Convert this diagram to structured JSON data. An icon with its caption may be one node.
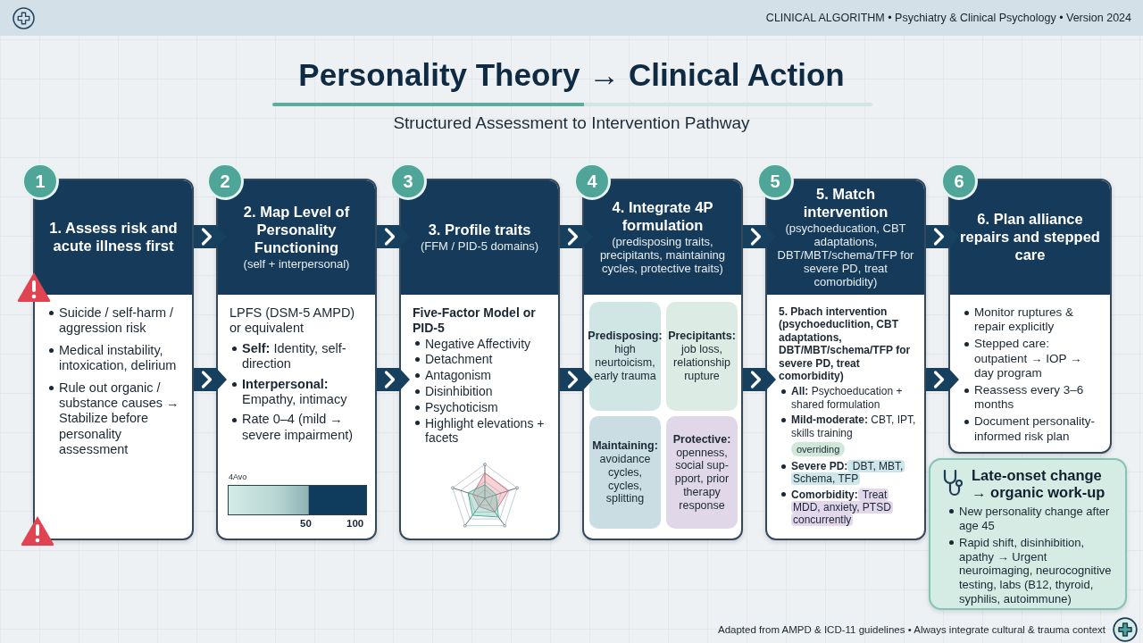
{
  "diagram": {
    "title": "Personality Theory → Clinical Action",
    "nodes": [
      {
        "text": [
          "1"
        ]
      },
      {
        "text": [
          "1. Assess risk and acute illness first",
          "Suicide / self-harm / aggression risk",
          "Medical instability, intoxication, delirium",
          "Rule out organic / substance causes → Stabilize before personality assessment"
        ]
      },
      {
        "text": [
          "2"
        ]
      },
      {
        "text": [
          "2. Map Level of Personality Functioning",
          "(self + interpersonal)",
          "LPFS (DSM-5 AMPD) or equivalent",
          "**Self:** Identity, self-direction",
          "**Interpersonal:** Empathy, intimacy",
          "Rate 0–4 (mild → severe impairment)",
          "4Avo",
          "50",
          "100"
        ]
      },
      {
        "text": [
          "3"
        ]
      },
      {
        "text": [
          "3. Profile traits",
          "(FFM / PID-5 domains)",
          "Five-Factor Model or PID-5",
          "Negative Affectivity",
          "Detachment",
          "Antagonism",
          "Disinhibition",
          "Psychoticism",
          "Highlight elevations + facets"
        ]
      },
      {
        "text": [
          "4"
        ]
      },
      {
        "text": [
          "4. Integrate 4P formulation",
          "(predisposing traits, precipitants, maintaining cycles, protective traits)"
        ]
      },
      {
        "text": [
          "Predisposing:",
          "high neurtoicism, early trauma"
        ],
        "in": 7
      },
      {
        "text": [
          "Precipitants:",
          "job loss, relationship rupture"
        ],
        "in": 7
      },
      {
        "text": [
          "Maintaining:",
          "avoidance cycles, cycles, splitting"
        ],
        "in": 7
      },
      {
        "text": [
          "Protective:",
          "openness, social sup- pport, prior therapy response"
        ],
        "in": 7
      },
      {
        "text": [
          "5"
        ]
      },
      {
        "text": [
          "5. Match intervention",
          "(psychoeducation, CBT adaptations, DBT/MBT/schema/TFP for severe PD, treat comorbidity)",
          "5. Pbach intervention (psychoeduclition, CBT adaptations, DBT/MBT/schema/TFP for severe PD, treat comorbidity)",
          "**All:** Psychoeducation + shared formulation",
          "**Mild-moderate:** CBT, IPT, skills training",
          "overriding",
          "**Severe PD:** DBT, MBT, Schema, TFP",
          "**Comorbidity:** Treat MDD, anxiety, PTSD concurrently"
        ]
      },
      {
        "text": [
          "6"
        ]
      },
      {
        "text": [
          "6. Plan alliance repairs and stepped care",
          "Monitor ruptures & repair explicitly",
          "Stepped care: outpatient → IOP → day program",
          "Reassess every 3–6 months",
          "Document personality-informed risk plan"
        ]
      },
      {
        "text": [
          "Late-onset change → organic work-up",
          "New personality change after age 45",
          "Rapid shift, disinhibition, apathy → Urgent neuroimaging, neurocognitive testing, labs (B12, thyroid, syphilis, autoimmune)"
        ]
      }
    ],
    "edges": [
      {
        "from": 1,
        "to": 3,
        "arrow": "to"
      },
      {
        "from": 1,
        "to": 3,
        "arrow": "to"
      },
      {
        "from": 3,
        "to": 5,
        "arrow": "to"
      },
      {
        "from": 3,
        "to": 5,
        "arrow": "to"
      },
      {
        "from": 5,
        "to": 7,
        "arrow": "to"
      },
      {
        "from": 5,
        "to": 7,
        "arrow": "to"
      },
      {
        "from": 7,
        "to": 13,
        "arrow": "to"
      },
      {
        "from": 7,
        "to": 13,
        "arrow": "to"
      },
      {
        "from": 13,
        "to": 15,
        "arrow": "to"
      },
      {
        "from": 13,
        "to": 15,
        "arrow": "to"
      }
    ],
    "labels": [
      "CLINICAL ALGORITHM • Psychiatry & Clinical Psychology • Version 2024",
      "Structured Assessment to Intervention Pathway",
      "Adapted from AMPD & ICD-11 guidelines • Always integrate cultural & trauma context"
    ]
  }
}
